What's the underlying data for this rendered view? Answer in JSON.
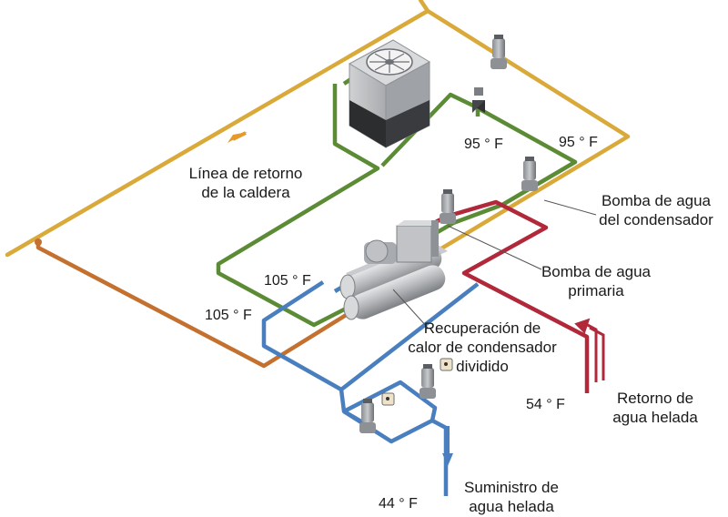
{
  "colors": {
    "boiler_return_line": "#d9a93a",
    "condenser_water": "#5b8c35",
    "hot_return": "#c4702f",
    "chilled_return": "#b0283a",
    "chilled_supply": "#4a7fbf",
    "equipment_gray": "#b8b9bb",
    "flow_arrow_orange": "#e59a2b"
  },
  "icons": [
    "cooling-tower-icon",
    "fan-icon",
    "pump-icon",
    "chiller-icon",
    "valve-icon",
    "flow-arrow-icon"
  ],
  "labels": {
    "boiler_return_line": [
      "Línea de retorno",
      "de la caldera"
    ],
    "condenser_pump": [
      "Bomba de agua",
      "del condensador"
    ],
    "primary_pump": [
      "Bomba de agua",
      "primaria"
    ],
    "heat_recovery": [
      "Recuperación de",
      "calor de condensador",
      "dividido"
    ],
    "chilled_return": [
      "Retorno de",
      "agua helada"
    ],
    "chilled_supply": [
      "Suministro de",
      "agua helada"
    ]
  },
  "temperatures": {
    "cond_supply_left": "95 ° F",
    "cond_supply_right": "95 ° F",
    "cond_return_upper": "105 ° F",
    "cond_return_lower": "105 ° F",
    "chilled_return": "54 ° F",
    "chilled_supply": "44 ° F"
  }
}
